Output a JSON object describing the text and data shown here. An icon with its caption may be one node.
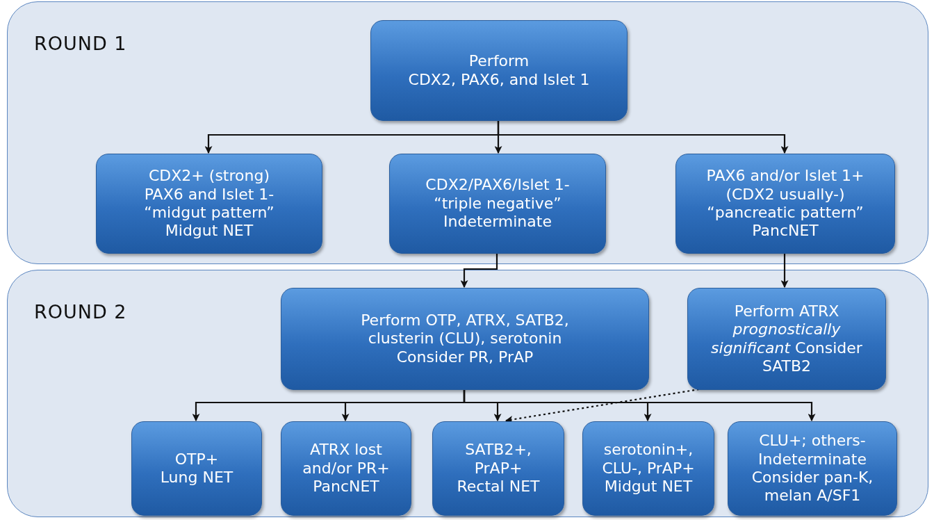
{
  "diagram": {
    "nodes": [
      {
        "text": [
          "ROUND 1"
        ]
      },
      {
        "text": [
          "Perform",
          "CDX2, PAX6, and Islet 1"
        ],
        "in": 0
      },
      {
        "text": [
          "CDX2+ (strong)",
          "PAX6 and Islet 1-",
          "“midgut pattern”",
          "Midgut NET"
        ],
        "in": 0
      },
      {
        "text": [
          "CDX2/PAX6/Islet 1-",
          "“triple negative”",
          "Indeterminate"
        ],
        "in": 0
      },
      {
        "text": [
          "PAX6 and/or Islet 1+",
          "(CDX2 usually-)",
          "“pancreatic pattern”",
          "PancNET"
        ],
        "in": 0
      },
      {
        "text": [
          "ROUND 2"
        ]
      },
      {
        "text": [
          "Perform OTP, ATRX, SATB2,",
          "clusterin (CLU), serotonin",
          "Consider PR, PrAP"
        ],
        "in": 5
      },
      {
        "text": [
          "Perform ATRX *prognostically significant* Consider SATB2"
        ],
        "in": 5
      },
      {
        "text": [
          "OTP+",
          "Lung NET"
        ],
        "in": 5
      },
      {
        "text": [
          "ATRX lost and/or PR+",
          "PancNET"
        ],
        "in": 5
      },
      {
        "text": [
          "SATB2+, PrAP+",
          "Rectal NET"
        ],
        "in": 5
      },
      {
        "text": [
          "serotonin+, CLU-, PrAP+",
          "Midgut NET"
        ],
        "in": 5
      },
      {
        "text": [
          "CLU+; others-",
          "Indeterminate",
          "Consider pan-K, melan A/SF1"
        ],
        "in": 5
      }
    ],
    "edges": [
      {
        "from": 1,
        "to": 2,
        "arrow": "to"
      },
      {
        "from": 1,
        "to": 3,
        "arrow": "to"
      },
      {
        "from": 1,
        "to": 4,
        "arrow": "to"
      },
      {
        "from": 3,
        "to": 6,
        "arrow": "to"
      },
      {
        "from": 4,
        "to": 7,
        "arrow": "to"
      },
      {
        "from": 6,
        "to": 8,
        "arrow": "to"
      },
      {
        "from": 6,
        "to": 9,
        "arrow": "to"
      },
      {
        "from": 6,
        "to": 10,
        "arrow": "to"
      },
      {
        "from": 6,
        "to": 11,
        "arrow": "to"
      },
      {
        "from": 6,
        "to": 12,
        "arrow": "to"
      },
      {
        "from": 7,
        "to": 10,
        "arrow": "to",
        "style": "dashed"
      }
    ]
  }
}
